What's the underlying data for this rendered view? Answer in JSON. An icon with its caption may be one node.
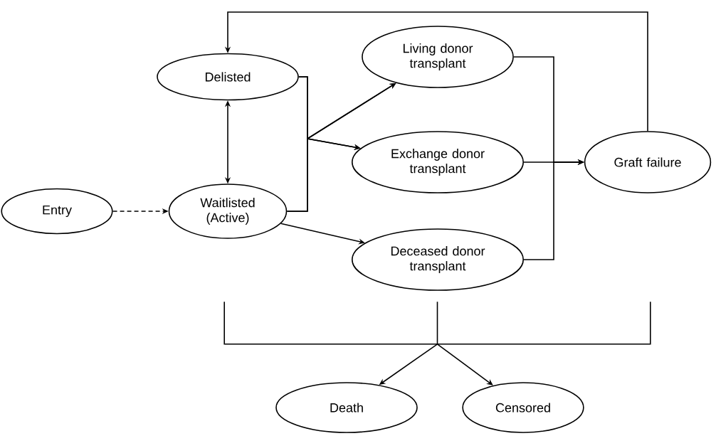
{
  "diagram": {
    "nodes": [
      {
        "text": [
          "Entry"
        ]
      },
      {
        "text": [
          "Delisted"
        ]
      },
      {
        "text": [
          "Waitlisted (Active)"
        ]
      },
      {
        "text": [
          "Living donor transplant"
        ]
      },
      {
        "text": [
          "Exchange donor transplant"
        ]
      },
      {
        "text": [
          "Deceased donor transplant"
        ]
      },
      {
        "text": [
          "Graft failure"
        ]
      },
      {
        "text": [],
        "shape": "bracket"
      },
      {
        "text": [
          "Death"
        ]
      },
      {
        "text": [
          "Censored"
        ]
      }
    ],
    "edges": [
      {
        "from": 0,
        "to": 2,
        "arrow": "to",
        "style": "dashed"
      },
      {
        "from": 1,
        "to": 2,
        "arrow": "both"
      },
      {
        "from": 1,
        "to": 3,
        "arrow": "to"
      },
      {
        "from": 1,
        "to": 4,
        "arrow": "to"
      },
      {
        "from": 2,
        "to": 3,
        "arrow": "to"
      },
      {
        "from": 2,
        "to": 4,
        "arrow": "to"
      },
      {
        "from": 2,
        "to": 5,
        "arrow": "to"
      },
      {
        "from": 3,
        "to": 6,
        "arrow": "to"
      },
      {
        "from": 4,
        "to": 6,
        "arrow": "to"
      },
      {
        "from": 5,
        "to": 6,
        "arrow": "to"
      },
      {
        "from": 6,
        "to": 1,
        "arrow": "to"
      },
      {
        "from": 7,
        "to": 8,
        "arrow": "to"
      },
      {
        "from": 7,
        "to": 9,
        "arrow": "to"
      }
    ]
  }
}
